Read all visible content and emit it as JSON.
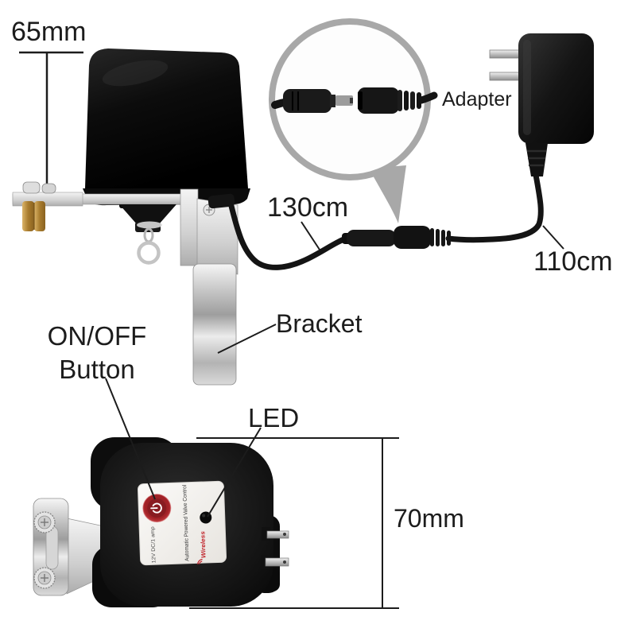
{
  "annotations": {
    "top_height": "65mm",
    "adapter": "Adapter",
    "main_cable_length": "130cm",
    "adapter_cable_length": "110cm",
    "bracket": "Bracket",
    "onoff_button_line1": "ON/OFF",
    "onoff_button_line2": "Button",
    "led": "LED",
    "bottom_height": "70mm"
  },
  "device_label": {
    "product_name": "Automatic Powered Valve Control",
    "power_spec": "12V DC/1 amp",
    "brand": "Wireless"
  },
  "icons": {
    "power_button": "power-icon",
    "brand_signal": "wifi-arcs-icon",
    "magnifier": "magnifier-callout"
  },
  "colors": {
    "background": "#ffffff",
    "annotation_text": "#1c1c1c",
    "magnifier_ring": "#a8a8a8",
    "power_button_red": "#b5282e",
    "brand_red": "#c02128",
    "brass_fitting": "#c49a4a"
  }
}
